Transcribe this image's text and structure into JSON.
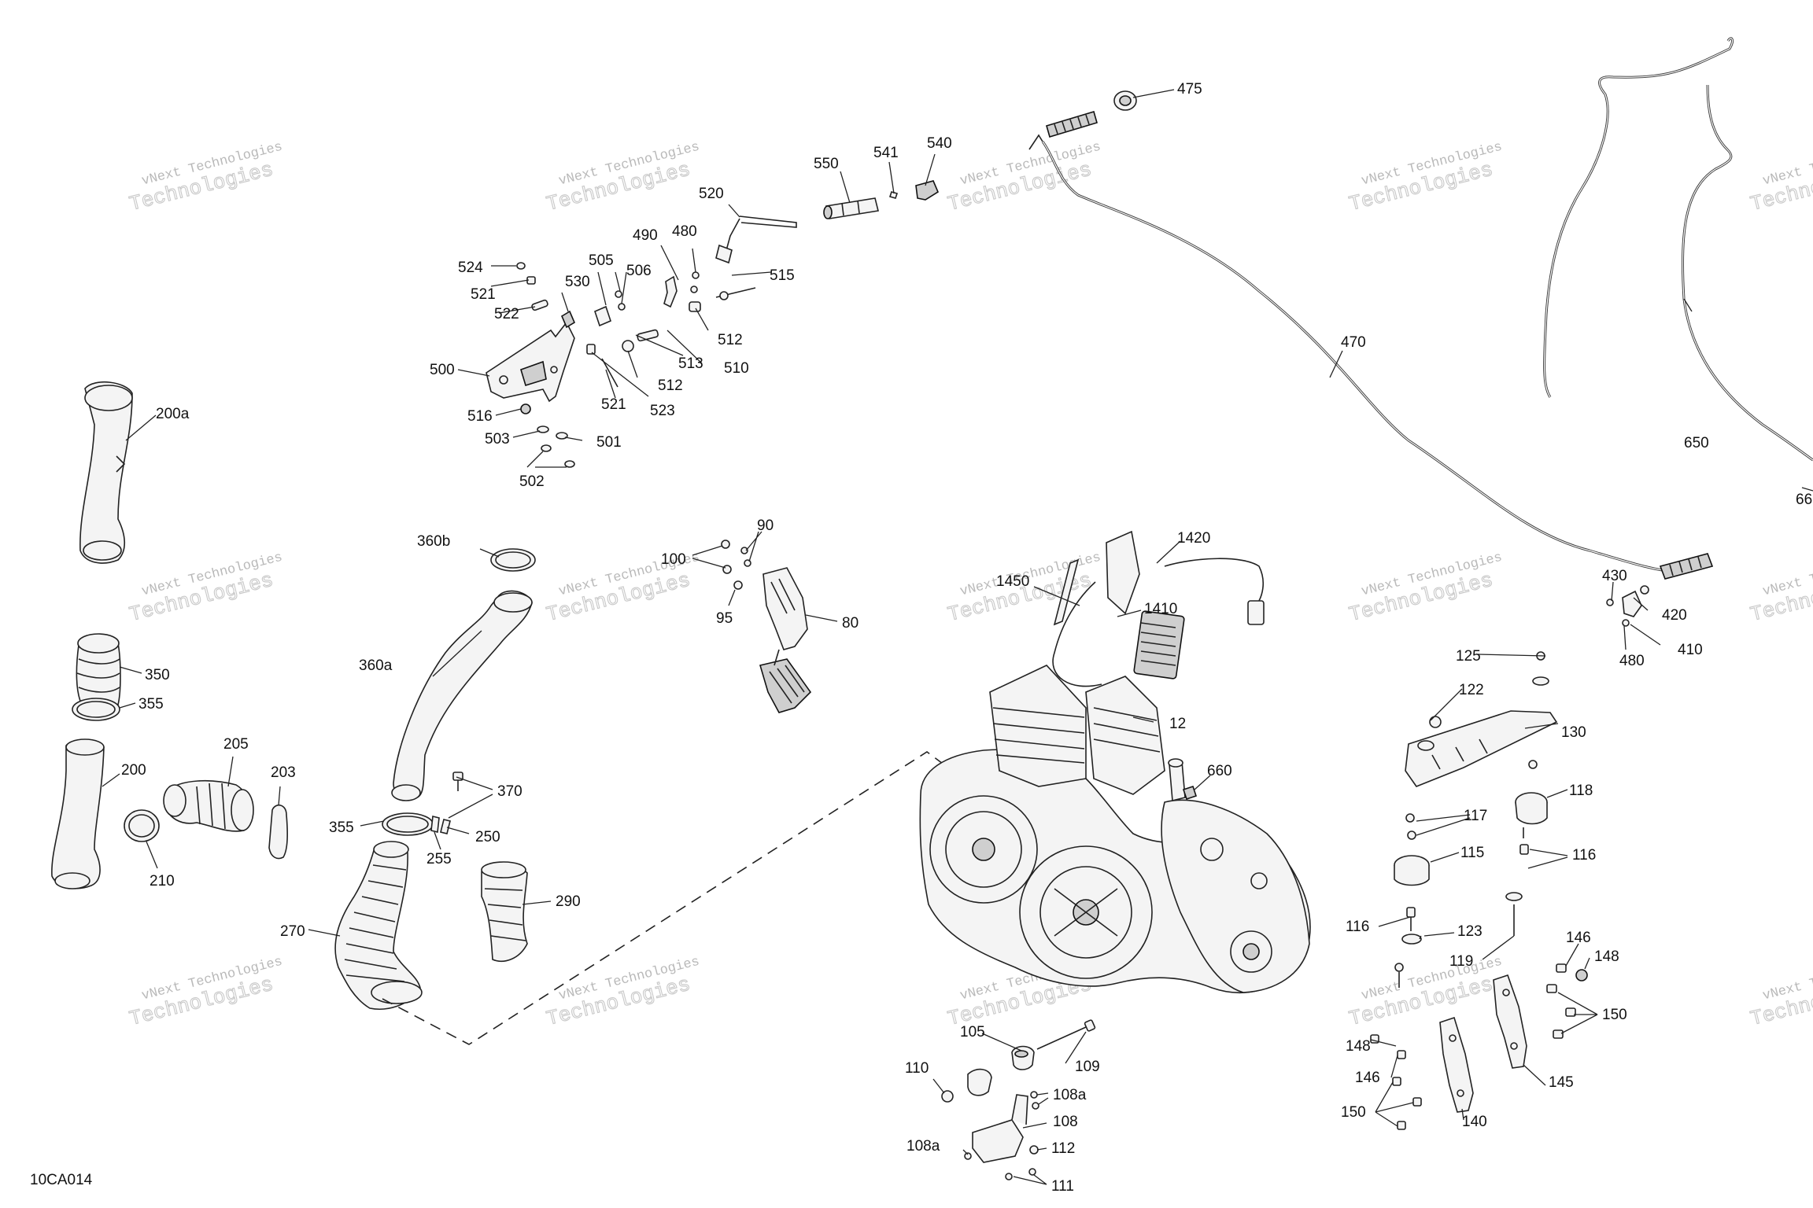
{
  "drawing_code": "10CA014",
  "watermark": {
    "line1": "vNext Technologies",
    "line2": "Technologies"
  },
  "callouts": [
    "475",
    "541",
    "540",
    "550",
    "520",
    "470",
    "650",
    "490",
    "480",
    "505",
    "506",
    "524",
    "521",
    "530",
    "515",
    "522",
    "512",
    "513",
    "510",
    "500",
    "521",
    "512",
    "523",
    "516",
    "503",
    "501",
    "502",
    "200a",
    "360b",
    "100",
    "90",
    "1420",
    "1450",
    "1410",
    "430",
    "420",
    "410",
    "480",
    "80",
    "95",
    "360a",
    "350",
    "355",
    "205",
    "203",
    "200",
    "210",
    "370",
    "355",
    "250",
    "255",
    "270",
    "290",
    "12",
    "660",
    "125",
    "122",
    "130",
    "117",
    "118",
    "115",
    "116",
    "116",
    "123",
    "119",
    "146",
    "148",
    "150",
    "145",
    "140",
    "148",
    "146",
    "150",
    "105",
    "109",
    "110",
    "108a",
    "108",
    "108a",
    "112",
    "111",
    "66"
  ]
}
